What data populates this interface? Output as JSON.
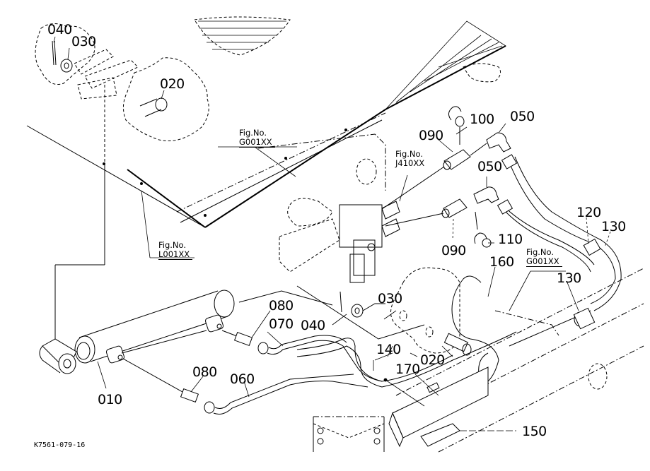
{
  "diagram": {
    "type": "exploded-parts-diagram",
    "drawing_code": "K7561-079-16",
    "part_labels": [
      {
        "id": "p010",
        "label": "010"
      },
      {
        "id": "p020a",
        "label": "020"
      },
      {
        "id": "p020b",
        "label": "020"
      },
      {
        "id": "p030a",
        "label": "030"
      },
      {
        "id": "p030b",
        "label": "030"
      },
      {
        "id": "p040a",
        "label": "040"
      },
      {
        "id": "p040b",
        "label": "040"
      },
      {
        "id": "p050a",
        "label": "050"
      },
      {
        "id": "p050b",
        "label": "050"
      },
      {
        "id": "p060",
        "label": "060"
      },
      {
        "id": "p070",
        "label": "070"
      },
      {
        "id": "p080a",
        "label": "080"
      },
      {
        "id": "p080b",
        "label": "080"
      },
      {
        "id": "p090a",
        "label": "090"
      },
      {
        "id": "p090b",
        "label": "090"
      },
      {
        "id": "p100",
        "label": "100"
      },
      {
        "id": "p110",
        "label": "110"
      },
      {
        "id": "p120",
        "label": "120"
      },
      {
        "id": "p130a",
        "label": "130"
      },
      {
        "id": "p130b",
        "label": "130"
      },
      {
        "id": "p140",
        "label": "140"
      },
      {
        "id": "p150",
        "label": "150"
      },
      {
        "id": "p160",
        "label": "160"
      },
      {
        "id": "p170",
        "label": "170"
      }
    ],
    "figure_references": [
      {
        "id": "figG001a",
        "line1": "Fig.No.",
        "line2": "G001XX"
      },
      {
        "id": "figJ410",
        "line1": "Fig.No.",
        "line2": "J410XX"
      },
      {
        "id": "figL001",
        "line1": "Fig.No.",
        "line2": "L001XX"
      },
      {
        "id": "figG001b",
        "line1": "Fig.No.",
        "line2": "G001XX"
      }
    ]
  }
}
